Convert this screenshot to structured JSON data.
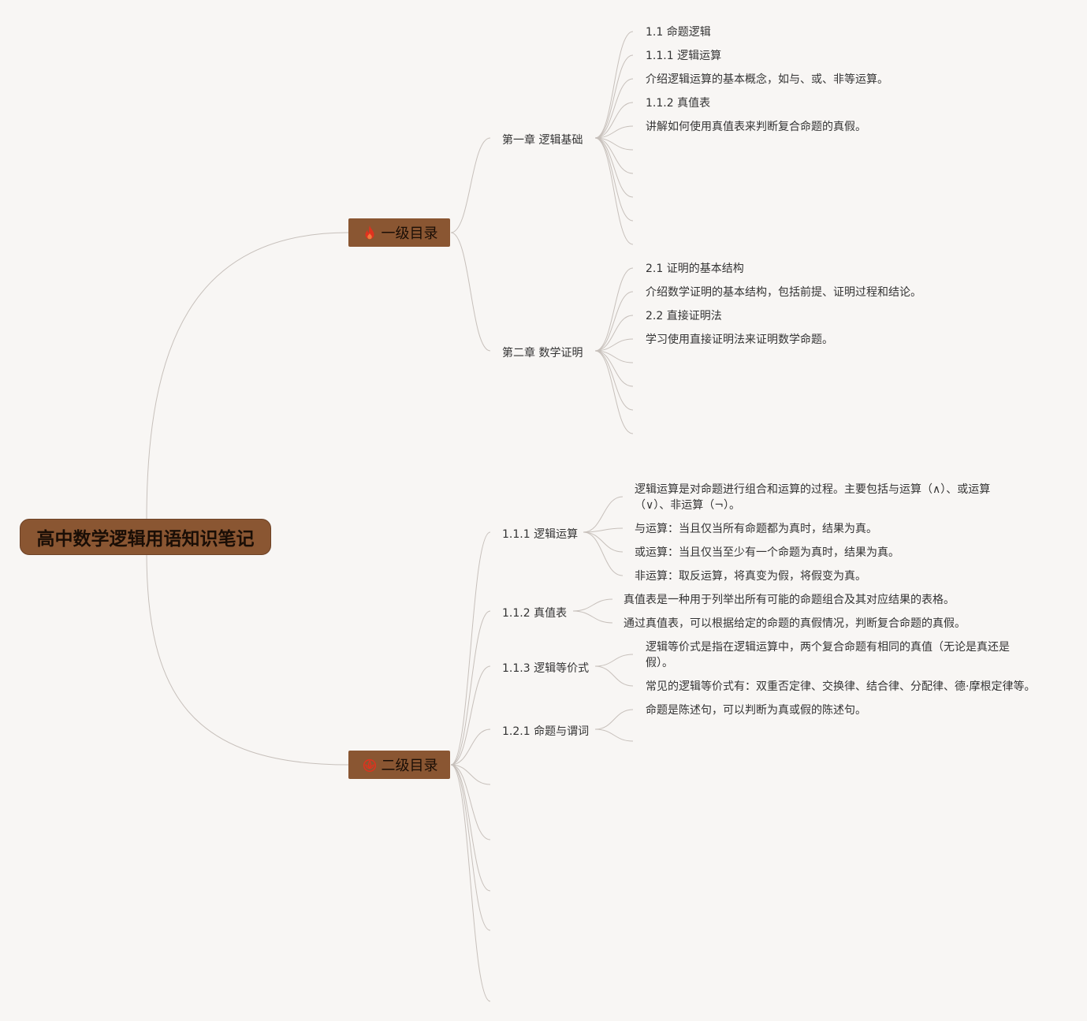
{
  "root": {
    "title": "高中数学逻辑用语知识笔记"
  },
  "icons": {
    "fire": "fire-icon",
    "lotus": "lotus-icon"
  },
  "colors": {
    "branch": "#8a5632",
    "line": "#c7c0bb",
    "icon_red": "#e0321e"
  },
  "branch1": {
    "title": "一级目录",
    "ch1": {
      "title": "第一章 逻辑基础",
      "items": [
        "1.1 命题逻辑",
        "1.1.1 逻辑运算",
        "介绍逻辑运算的基本概念，如与、或、非等运算。",
        "1.1.2 真值表",
        "讲解如何使用真值表来判断复合命题的真假。"
      ]
    },
    "ch2": {
      "title": "第二章 数学证明",
      "items": [
        "2.1 证明的基本结构",
        "介绍数学证明的基本结构，包括前提、证明过程和结论。",
        "2.2 直接证明法",
        "学习使用直接证明法来证明数学命题。"
      ]
    }
  },
  "branch2": {
    "title": "二级目录",
    "t1": {
      "title": "1.1.1 逻辑运算",
      "items": [
        "逻辑运算是对命题进行组合和运算的过程。主要包括与运算（∧）、或运算（∨）、非运算（¬）。",
        "与运算：当且仅当所有命题都为真时，结果为真。",
        "或运算：当且仅当至少有一个命题为真时，结果为真。",
        "非运算：取反运算，将真变为假，将假变为真。"
      ]
    },
    "t2": {
      "title": "1.1.2 真值表",
      "items": [
        "真值表是一种用于列举出所有可能的命题组合及其对应结果的表格。",
        "通过真值表，可以根据给定的命题的真假情况，判断复合命题的真假。"
      ]
    },
    "t3": {
      "title": "1.1.3 逻辑等价式",
      "items": [
        "逻辑等价式是指在逻辑运算中，两个复合命题有相同的真值（无论是真还是假）。",
        "常见的逻辑等价式有：双重否定律、交换律、结合律、分配律、德·摩根定律等。"
      ]
    },
    "t4": {
      "title": "1.2.1 命题与谓词",
      "items": [
        "命题是陈述句，可以判断为真或假的陈述句。"
      ]
    }
  }
}
